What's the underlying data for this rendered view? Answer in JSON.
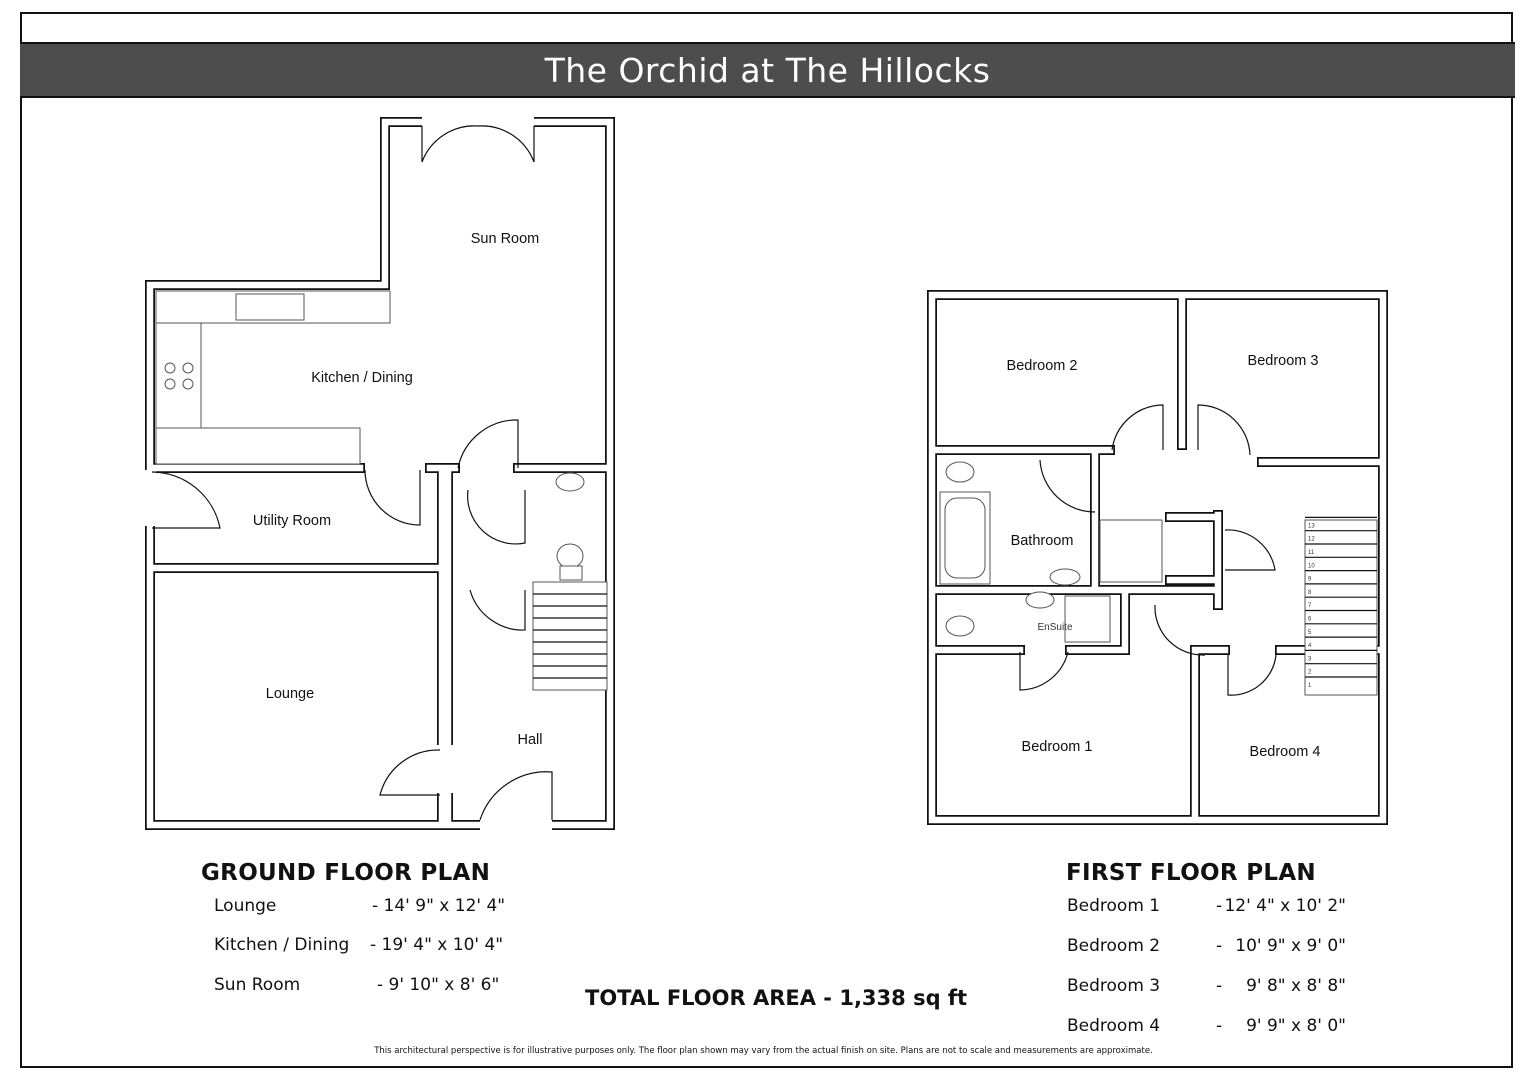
{
  "title": "The Orchid at The Hillocks",
  "rooms": {
    "sun_room": "Sun Room",
    "kitchen": "Kitchen / Dining",
    "utility": "Utility Room",
    "lounge": "Lounge",
    "hall": "Hall",
    "bedroom1": "Bedroom 1",
    "bedroom2": "Bedroom 2",
    "bedroom3": "Bedroom 3",
    "bedroom4": "Bedroom 4",
    "bathroom": "Bathroom",
    "ensuite": "EnSuite"
  },
  "ground_floor": {
    "heading": "GROUND FLOOR PLAN",
    "rows": [
      {
        "room": "Lounge",
        "size": "- 14' 9\" x 12' 4\""
      },
      {
        "room": "Kitchen / Dining",
        "size": "- 19' 4\" x 10' 4\""
      },
      {
        "room": "Sun Room",
        "size": "- 9' 10\" x 8' 6\""
      }
    ]
  },
  "first_floor": {
    "heading": "FIRST FLOOR PLAN",
    "rows": [
      {
        "room": "Bedroom 1",
        "dash": "-",
        "size": "12' 4\" x 10' 2\""
      },
      {
        "room": "Bedroom 2",
        "dash": "-",
        "size": "10' 9\" x 9' 0\""
      },
      {
        "room": "Bedroom 3",
        "dash": "-",
        "size": "9' 8\" x 8' 8\""
      },
      {
        "room": "Bedroom 4",
        "dash": "-",
        "size": "9' 9\" x 8' 0\""
      }
    ]
  },
  "total": "TOTAL FLOOR AREA - 1,338 sq ft",
  "disclaimer": "This architectural perspective is for illustrative purposes only. The floor plan shown may vary from the actual finish on site. Plans are not to scale and measurements are approximate.",
  "stair_numbers": [
    "1",
    "2",
    "3",
    "4",
    "5",
    "6",
    "7",
    "8",
    "9",
    "10",
    "11",
    "12",
    "13"
  ],
  "colors": {
    "header_bg": "#4d4d4d",
    "header_text": "#ffffff",
    "wall": "#111111"
  }
}
